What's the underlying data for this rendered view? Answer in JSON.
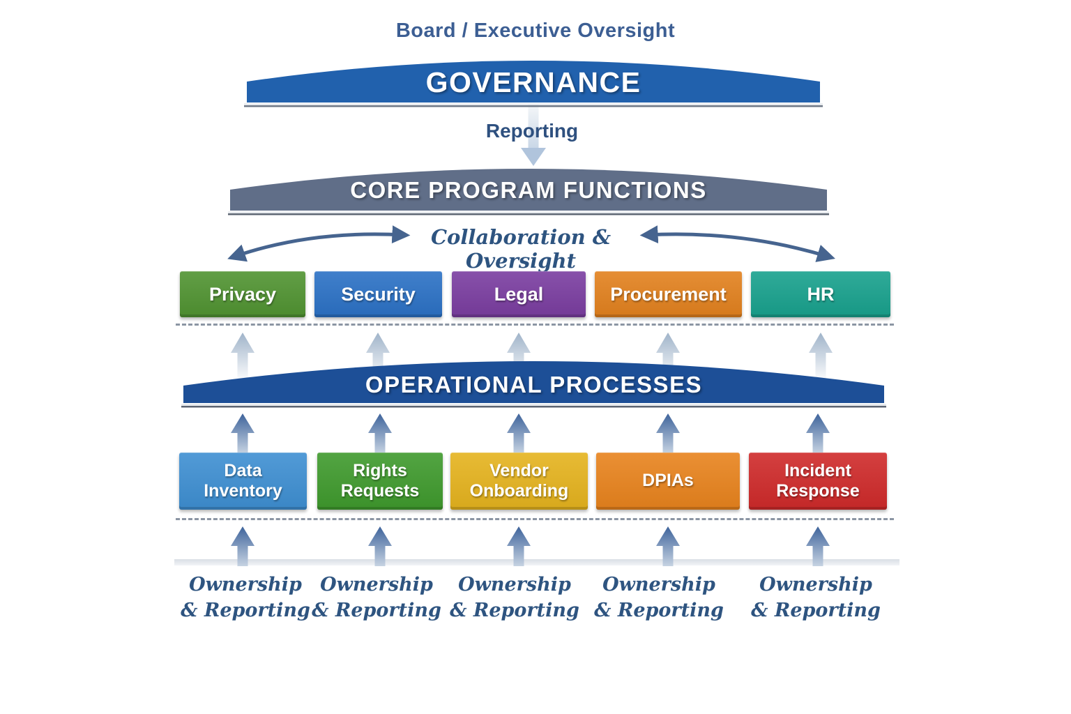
{
  "header": {
    "title": "Board / Executive Oversight"
  },
  "governance_banner": {
    "label": "GOVERNANCE",
    "color": "#2161ad"
  },
  "reporting_arrow": {
    "label": "Reporting"
  },
  "core_banner": {
    "label": "CORE PROGRAM FUNCTIONS",
    "color": "#606e88"
  },
  "collaboration": {
    "label": "Collaboration & Oversight"
  },
  "functions": [
    {
      "label": "Privacy",
      "color": "#509331"
    },
    {
      "label": "Security",
      "color": "#2b71c5"
    },
    {
      "label": "Legal",
      "color": "#7a3da0"
    },
    {
      "label": "Procurement",
      "color": "#e2811e"
    },
    {
      "label": "HR",
      "color": "#18a18d"
    }
  ],
  "operational_banner": {
    "label": "OPERATIONAL PROCESSES",
    "color": "#1d4f97"
  },
  "processes": [
    {
      "label": "Data Inventory",
      "color": "#3e8fd2"
    },
    {
      "label": "Rights Requests",
      "color": "#3f9a2d"
    },
    {
      "label": "Vendor Onboarding",
      "color": "#e5b31e"
    },
    {
      "label": "DPIAs",
      "color": "#e8831d"
    },
    {
      "label": "Incident Response",
      "color": "#cf2a2a"
    }
  ],
  "ownership_labels": [
    {
      "line1": "Ownership",
      "line2": "& Reporting"
    },
    {
      "line1": "Ownership",
      "line2": "& Reporting"
    },
    {
      "line1": "Ownership",
      "line2": "& Reporting"
    },
    {
      "line1": "Ownership",
      "line2": "& Reporting"
    },
    {
      "line1": "Ownership",
      "line2": "& Reporting"
    }
  ]
}
